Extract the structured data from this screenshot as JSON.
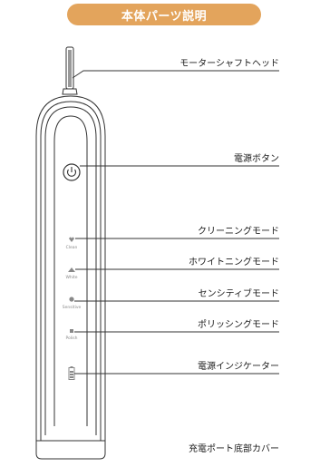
{
  "header": {
    "title": "本体パーツ説明"
  },
  "callouts": {
    "motor_shaft_head": "モーターシャフトヘッド",
    "power_button": "電源ボタン",
    "clean_mode": "クリーニングモード",
    "white_mode": "ホワイトニングモード",
    "sensitive_mode": "センシティブモード",
    "polish_mode": "ポリッシングモード",
    "power_indicator": "電源インジケーター",
    "charge_port_cover": "充電ポート底部カバー"
  },
  "mode_labels": {
    "clean": "Clean",
    "white": "White",
    "sensitive": "Sensitive",
    "polish": "Polish"
  },
  "colors": {
    "header_bg": "#e3a45c",
    "body_outline": "#333333",
    "icon_gray": "#888888"
  }
}
